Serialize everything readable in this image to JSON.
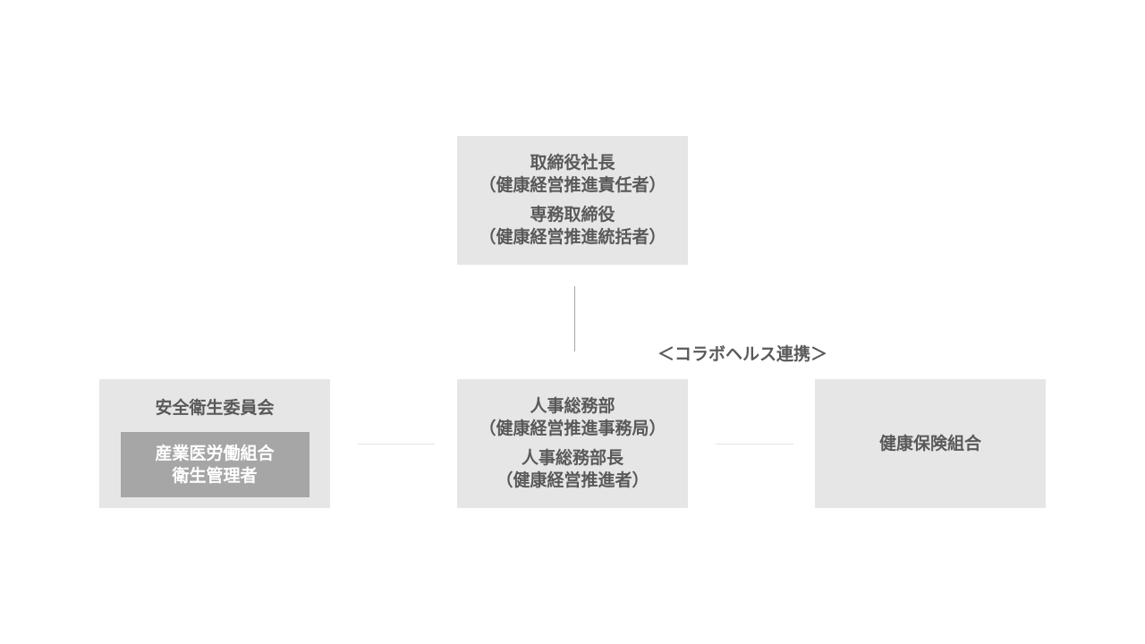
{
  "top_box": {
    "line1": "取締役社長",
    "line2": "（健康経営推進責任者）",
    "line3": "専務取締役",
    "line4": "（健康経営推進統括者）"
  },
  "left_box": {
    "title": "安全衛生委員会",
    "inner_line1": "産業医労働組合",
    "inner_line2": "衛生管理者"
  },
  "center_box": {
    "line1": "人事総務部",
    "line2": "（健康経営推進事務局）",
    "line3": "人事総務部長",
    "line4": "（健康経営推進者）"
  },
  "right_box": {
    "title": "健康保険組合"
  },
  "collab_label": "＜コラボヘルス連携＞"
}
